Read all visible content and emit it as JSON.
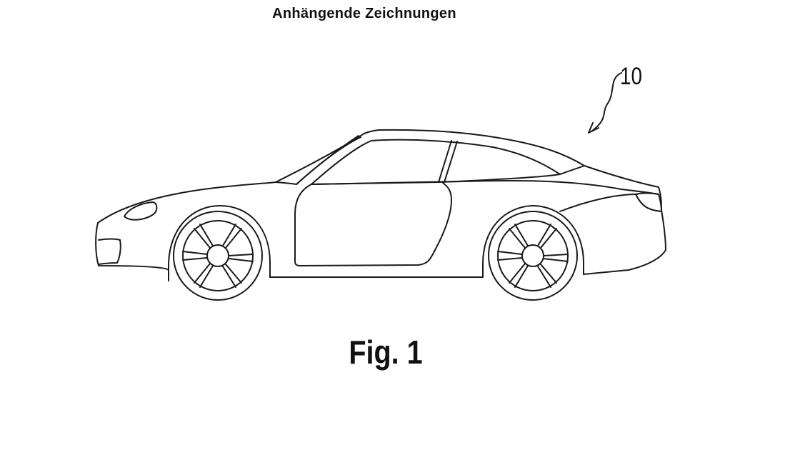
{
  "document": {
    "heading": "Anhängende Zeichnungen",
    "figure_caption": "Fig. 1"
  },
  "figure": {
    "reference_numeral": "10",
    "line_color": "#1a1a1a",
    "background": "#ffffff"
  }
}
